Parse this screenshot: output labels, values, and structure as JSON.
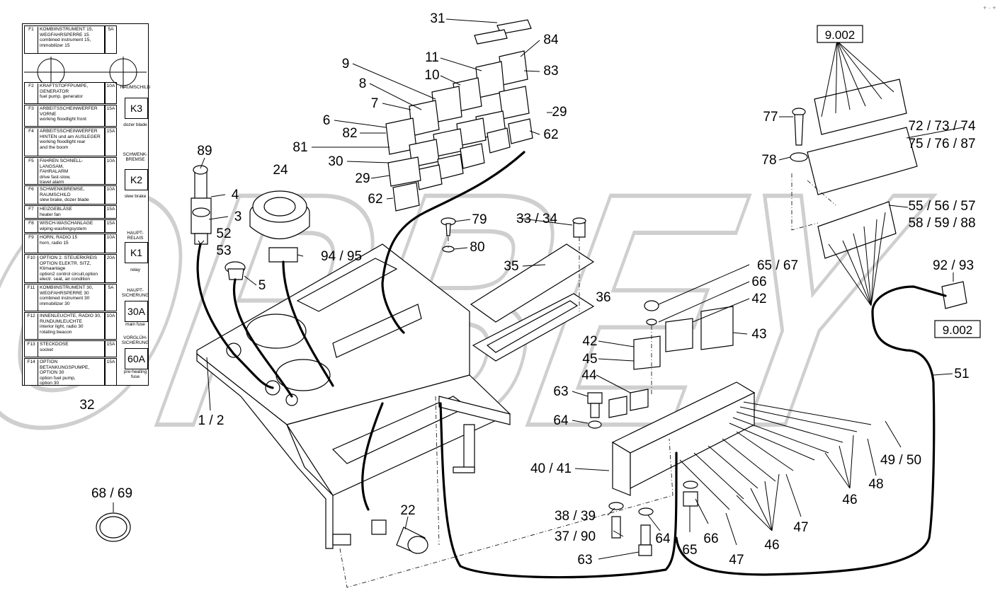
{
  "watermark": {
    "text": "ORBEY"
  },
  "fuse_chart": {
    "fuses": [
      {
        "id": "F1",
        "amp": "5A",
        "lines": [
          "KOMBIINSTRUMENT 15,",
          "WEGFAHRSPERRE 15",
          "combined instrument 15,",
          "immobilizer 15"
        ]
      },
      {
        "id": "F2",
        "amp": "10A",
        "lines": [
          "KRAFTSTOFFPUMPE,",
          "GENERATOR",
          "fuel pump, generator"
        ]
      },
      {
        "id": "F3",
        "amp": "15A",
        "lines": [
          "ARBEITSSCHEINWERFER",
          "VORNE",
          "working floodlight front"
        ]
      },
      {
        "id": "F4",
        "amp": "15A",
        "lines": [
          "ARBEITSSCHEINWERFER",
          "HINTEN und am AUSLEGER",
          "working floodlight rear",
          "and the boom"
        ]
      },
      {
        "id": "F5",
        "amp": "10A",
        "lines": [
          "FAHREN SCHNELL-LANGSAM,",
          "FAHRALARM",
          "drive fast-slow,",
          "travel alarm"
        ]
      },
      {
        "id": "F6",
        "amp": "10A",
        "lines": [
          "SCHWENKBREMSE,",
          "RAUMSCHILD",
          "slew brake, dozer blade"
        ]
      },
      {
        "id": "F7",
        "amp": "15A",
        "lines": [
          "HEIZGEBLÄSE",
          "heater fan"
        ]
      },
      {
        "id": "F8",
        "amp": "15A",
        "lines": [
          "WISCH-WASCHANLAGE",
          "wiping-washingsystem"
        ]
      },
      {
        "id": "F9",
        "amp": "10A",
        "lines": [
          "HORN, RADIO 15",
          "horn, radio 15"
        ]
      },
      {
        "id": "F10",
        "amp": "20A",
        "lines": [
          "OPTION 2. STEUERKREIS",
          "OPTION ELEKTR. SITZ,",
          "Klimaanlage",
          "option2 control circuit,option",
          "electr. seat, air condition"
        ]
      },
      {
        "id": "F11",
        "amp": "5A",
        "lines": [
          "KOMBIINSTRUMENT 30,",
          "WEGFAHRSPERRE 30",
          "combined instrument 30",
          "immobilizer 30"
        ]
      },
      {
        "id": "F12",
        "amp": "10A",
        "lines": [
          "INNENLEUCHTE, RADIO 30,",
          "RUNDUMLEUCHTE",
          "interior light, radio 30",
          "rotating beacon"
        ]
      },
      {
        "id": "F13",
        "amp": "15A",
        "lines": [
          "STECKDOSE",
          "socket"
        ]
      },
      {
        "id": "F14",
        "amp": "15A",
        "lines": [
          "OPTION BETANKUNGSPUMPE,",
          "OPTION 30",
          "option fuel pump,",
          "option 30"
        ]
      }
    ],
    "relays": [
      {
        "caption": [
          "RAUMSCHILD"
        ],
        "code": "K3",
        "sub": "dozer blade"
      },
      {
        "caption": [
          "SCHWENK-",
          "BREMSE"
        ],
        "code": "K2",
        "sub": "slew brake"
      },
      {
        "caption": [
          "HAUPT-",
          "RELAIS"
        ],
        "code": "K1",
        "sub": "relay"
      },
      {
        "caption": [
          "HAUPT-",
          "SICHERUNG"
        ],
        "code": "30A",
        "sub": "main fuse"
      },
      {
        "caption": [
          "VORGLÜH-",
          "SICHERUNG"
        ],
        "code": "60A",
        "sub": "pre-heating fuse"
      }
    ]
  },
  "boxed_refs": {
    "top": "9.002",
    "right": "9.002"
  },
  "callouts": [
    {
      "label": "31"
    },
    {
      "label": "84"
    },
    {
      "label": "11"
    },
    {
      "label": "10"
    },
    {
      "label": "83"
    },
    {
      "label": "9"
    },
    {
      "label": "8"
    },
    {
      "label": "7"
    },
    {
      "label": "29"
    },
    {
      "label": "6"
    },
    {
      "label": "82"
    },
    {
      "label": "62"
    },
    {
      "label": "81"
    },
    {
      "label": "30"
    },
    {
      "label": "29"
    },
    {
      "label": "62"
    },
    {
      "label": "89"
    },
    {
      "label": "24"
    },
    {
      "label": "4"
    },
    {
      "label": "3"
    },
    {
      "label": "52"
    },
    {
      "label": "53"
    },
    {
      "label": "94 / 95"
    },
    {
      "label": "5"
    },
    {
      "label": "79"
    },
    {
      "label": "80"
    },
    {
      "label": "33 / 34"
    },
    {
      "label": "35"
    },
    {
      "label": "36"
    },
    {
      "label": "65 / 67"
    },
    {
      "label": "66"
    },
    {
      "label": "42"
    },
    {
      "label": "42"
    },
    {
      "label": "43"
    },
    {
      "label": "45"
    },
    {
      "label": "44"
    },
    {
      "label": "63"
    },
    {
      "label": "64"
    },
    {
      "label": "77"
    },
    {
      "label": "78"
    },
    {
      "label": "72 / 73 / 74"
    },
    {
      "label": "75 / 76 / 87"
    },
    {
      "label": "55 / 56 / 57"
    },
    {
      "label": "58 / 59 / 88"
    },
    {
      "label": "92 / 93"
    },
    {
      "label": "51"
    },
    {
      "label": "49 / 50"
    },
    {
      "label": "48"
    },
    {
      "label": "46"
    },
    {
      "label": "47"
    },
    {
      "label": "46"
    },
    {
      "label": "47"
    },
    {
      "label": "40 / 41"
    },
    {
      "label": "38 / 39"
    },
    {
      "label": "37 / 90"
    },
    {
      "label": "63"
    },
    {
      "label": "64"
    },
    {
      "label": "65"
    },
    {
      "label": "66"
    },
    {
      "label": "22"
    },
    {
      "label": "68 / 69"
    },
    {
      "label": "1 / 2"
    },
    {
      "label": "32"
    }
  ]
}
